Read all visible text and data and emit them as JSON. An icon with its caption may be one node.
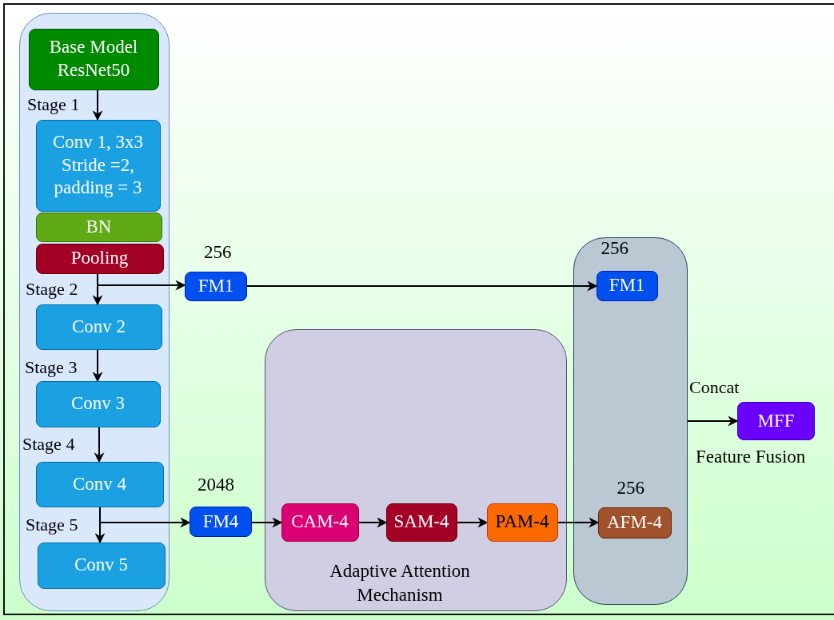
{
  "diagram": {
    "nodes": [
      {
        "text": [],
        "shape": "box"
      },
      {
        "text": [
          "Base Model ResNet50"
        ],
        "in": 0
      },
      {
        "text": [
          "Conv 1, 3x3 Stride =2, padding = 3"
        ],
        "in": 0
      },
      {
        "text": [
          "BN"
        ],
        "in": 0
      },
      {
        "text": [
          "Pooling"
        ],
        "in": 0
      },
      {
        "text": [
          "Conv 2"
        ],
        "in": 0
      },
      {
        "text": [
          "Conv 3"
        ],
        "in": 0
      },
      {
        "text": [
          "Conv 4"
        ],
        "in": 0
      },
      {
        "text": [
          "Conv 5"
        ],
        "in": 0
      },
      {
        "text": [
          "FM1"
        ],
        "beside": [
          "256"
        ]
      },
      {
        "text": [],
        "shape": "box"
      },
      {
        "text": [
          "FM1"
        ],
        "in": 10,
        "beside": [
          "256"
        ]
      },
      {
        "text": [
          "Adaptive Attention Mechanism"
        ]
      },
      {
        "text": [
          "FM4"
        ],
        "beside": [
          "2048"
        ]
      },
      {
        "text": [
          "CAM-4"
        ],
        "in": 12
      },
      {
        "text": [
          "SAM-4"
        ],
        "in": 12
      },
      {
        "text": [
          "PAM-4"
        ],
        "in": 12
      },
      {
        "text": [
          "AFM-4"
        ],
        "in": 10,
        "beside": [
          "256"
        ]
      },
      {
        "text": [
          "MFF"
        ],
        "beside": [
          "Feature Fusion"
        ]
      }
    ],
    "edges": [
      {
        "from": 1,
        "to": 2,
        "arrow": "to",
        "label": "Stage 1"
      },
      {
        "from": 4,
        "to": 5,
        "arrow": "to",
        "label": "Stage 2"
      },
      {
        "from": 4,
        "to": 9,
        "arrow": "to"
      },
      {
        "from": 5,
        "to": 6,
        "arrow": "to",
        "label": "Stage 3"
      },
      {
        "from": 6,
        "to": 7,
        "arrow": "to",
        "label": "Stage 4"
      },
      {
        "from": 7,
        "to": 8,
        "arrow": "to",
        "label": "Stage 5"
      },
      {
        "from": 7,
        "to": 13,
        "arrow": "to"
      },
      {
        "from": 9,
        "to": 11,
        "arrow": "to"
      },
      {
        "from": 13,
        "to": 14,
        "arrow": "to"
      },
      {
        "from": 14,
        "to": 15,
        "arrow": "to"
      },
      {
        "from": 15,
        "to": 16,
        "arrow": "to"
      },
      {
        "from": 16,
        "to": 17,
        "arrow": "to"
      },
      {
        "from": 10,
        "to": 18,
        "arrow": "to",
        "label": "Concat"
      }
    ]
  }
}
